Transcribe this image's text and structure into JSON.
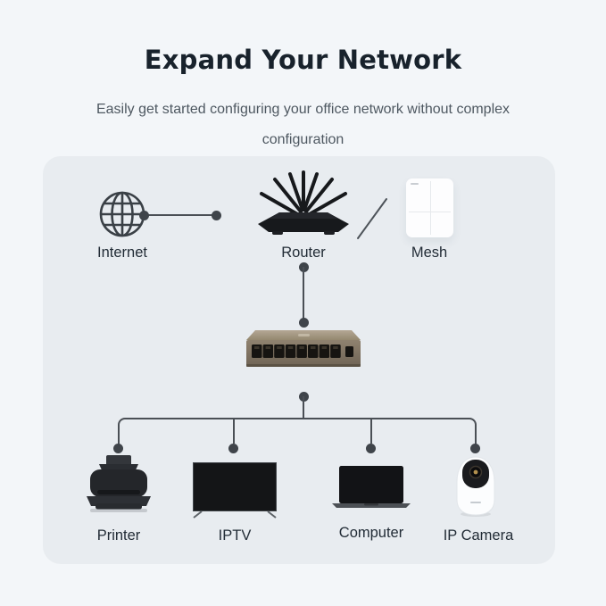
{
  "page": {
    "title": "Expand Your Network",
    "subtitle": "Easily get started configuring your office network without complex configuration"
  },
  "diagram": {
    "nodes": {
      "internet": {
        "label": "Internet",
        "icon": "globe-icon"
      },
      "router": {
        "label": "Router",
        "icon": "router-icon"
      },
      "mesh": {
        "label": "Mesh",
        "icon": "mesh-device-icon"
      },
      "switch": {
        "icon": "ethernet-switch-icon",
        "ports": 8
      },
      "printer": {
        "label": "Printer",
        "icon": "printer-icon"
      },
      "iptv": {
        "label": "IPTV",
        "icon": "tv-icon"
      },
      "computer": {
        "label": "Computer",
        "icon": "laptop-icon"
      },
      "ip_camera": {
        "label": "IP Camera",
        "icon": "ip-camera-icon"
      }
    },
    "connections": [
      "internet-router",
      "router-mesh (wireless slash)",
      "router-switch",
      "switch-printer",
      "switch-iptv",
      "switch-computer",
      "switch-ip_camera"
    ]
  },
  "colors": {
    "background": "#f3f6f9",
    "card": "#e8ecf0",
    "line": "#4a4f55",
    "dot": "#3f444a",
    "title_text": "#18222c",
    "body_text": "#4e5861",
    "device_dark": "#1b1d20",
    "switch_tan": "#8a7d6c",
    "mesh_white": "#fdfdfe"
  }
}
